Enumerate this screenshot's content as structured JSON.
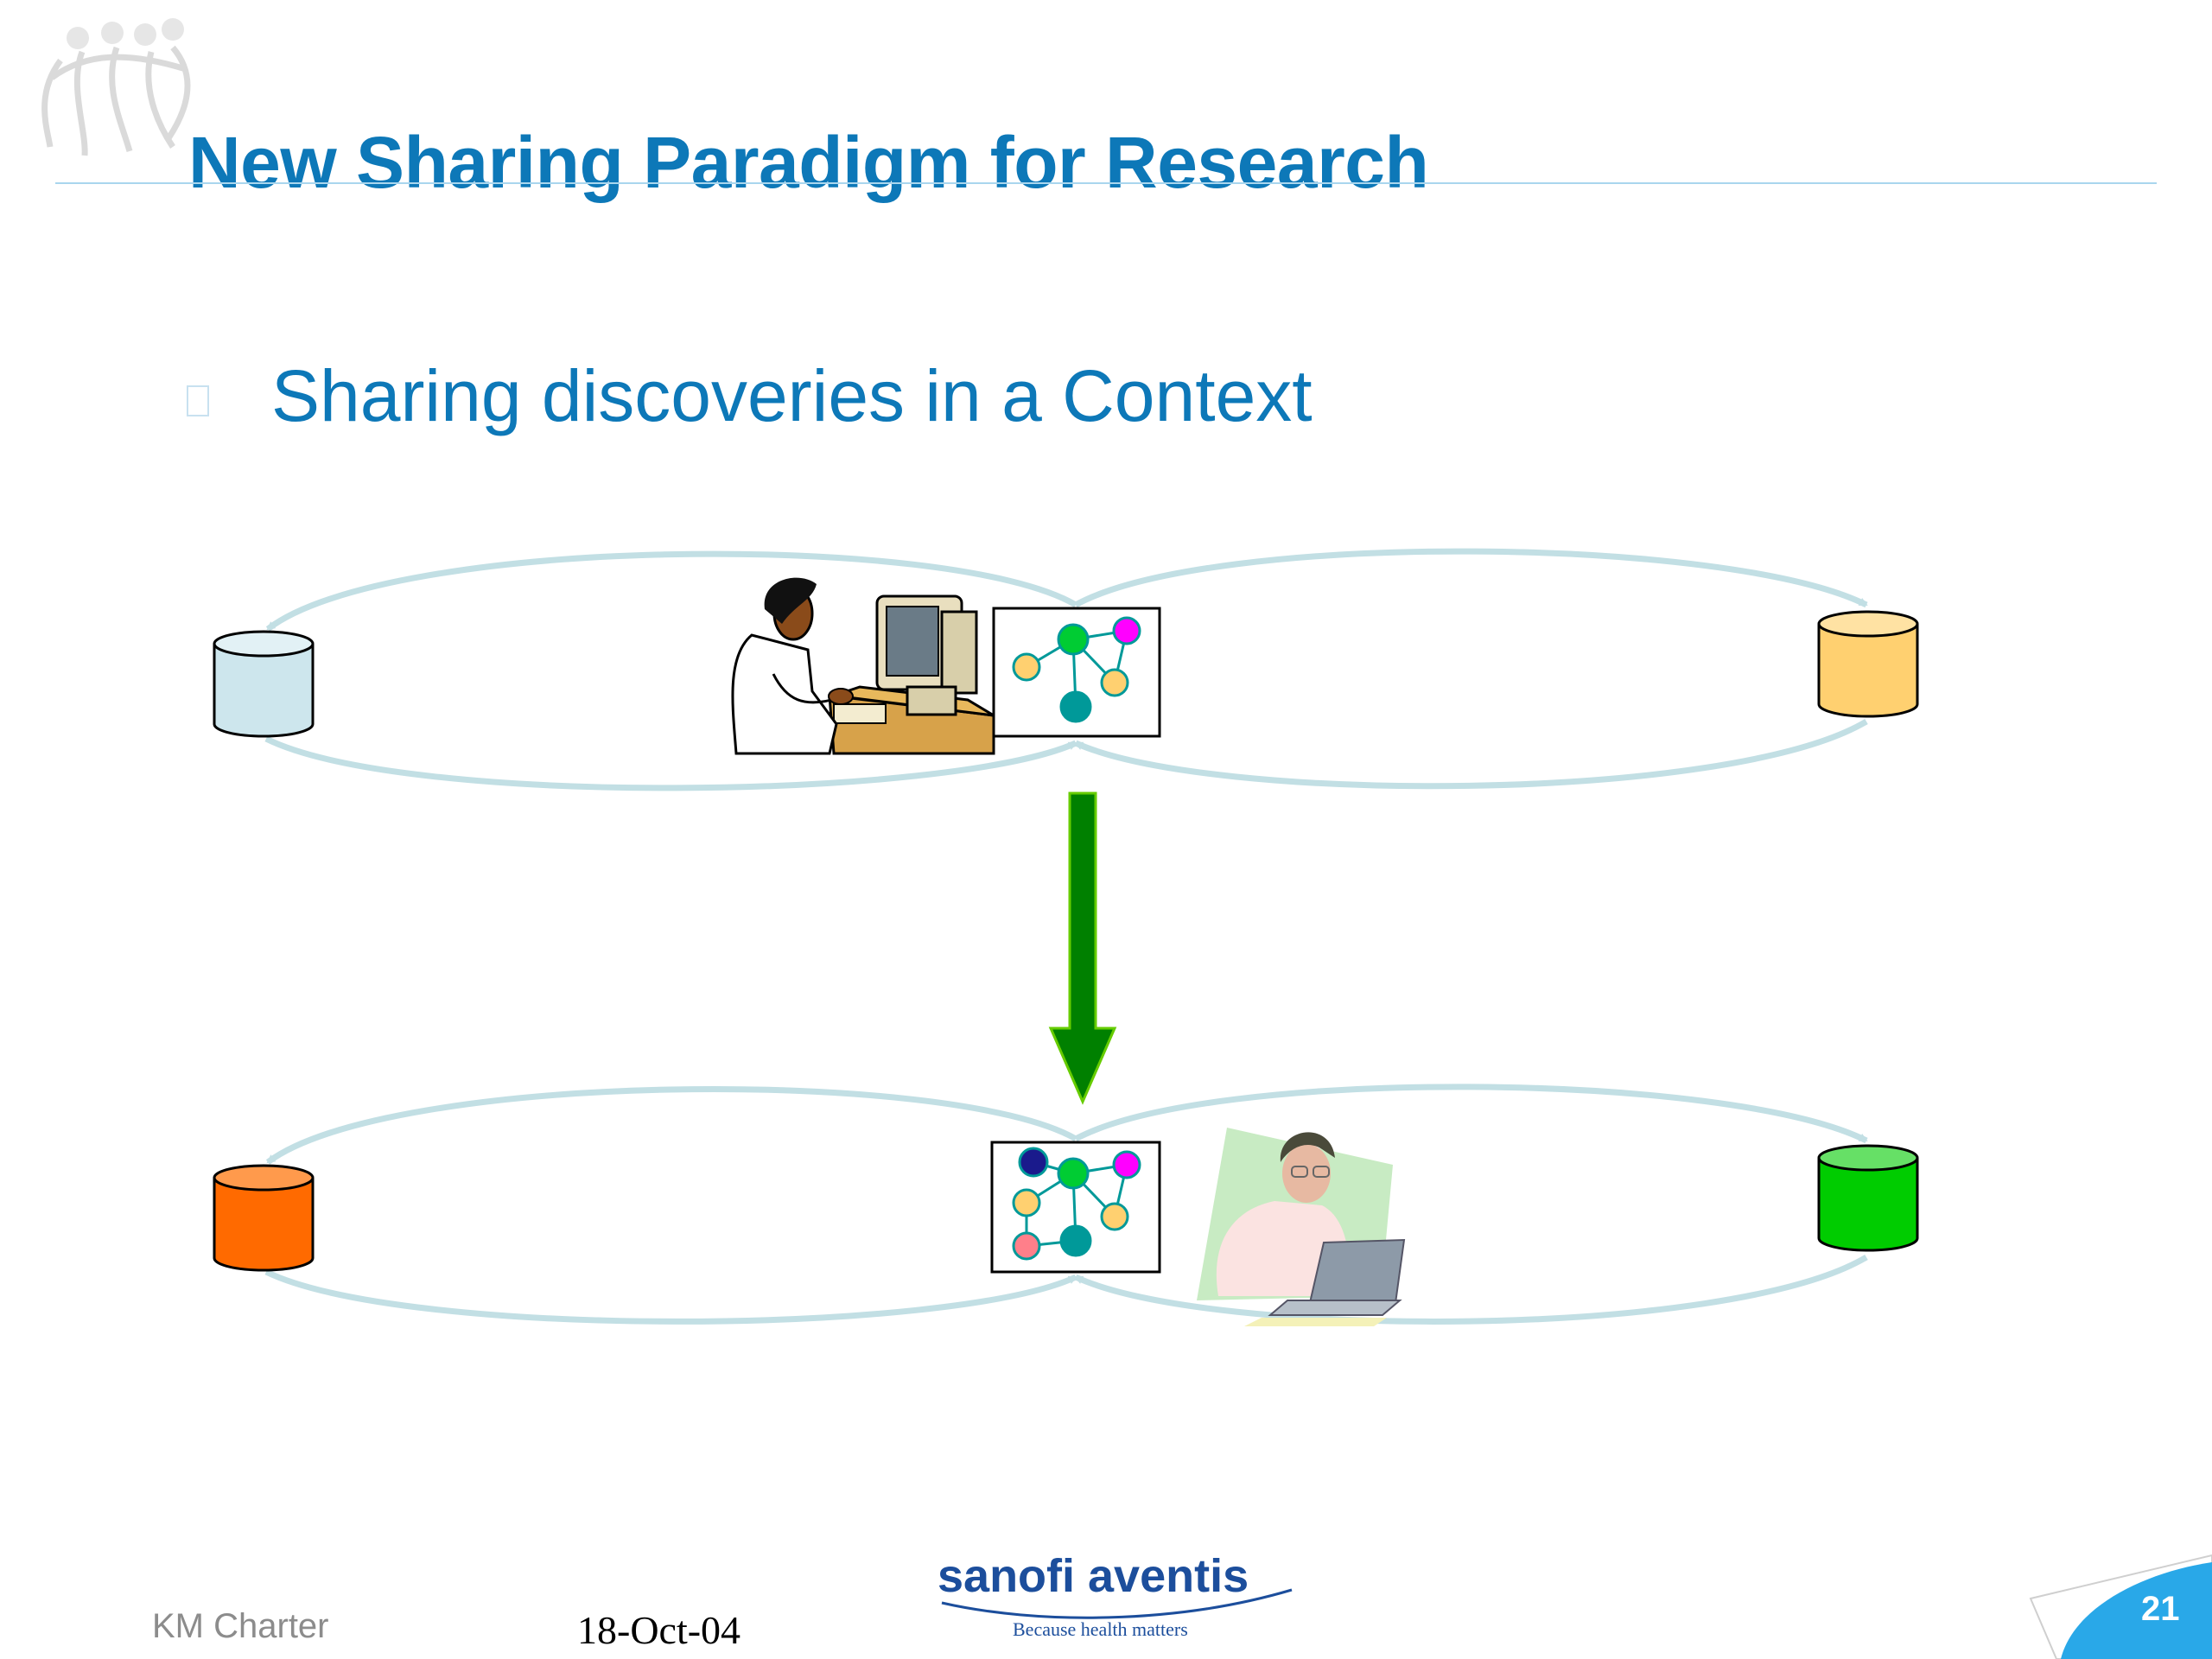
{
  "slide": {
    "title": "New Sharing Paradigm for Research",
    "bullet": "Sharing discoveries in a Context"
  },
  "footer": {
    "left_text": "KM Charter",
    "date": "18-Oct-04",
    "brand": "sanofi aventis",
    "tagline": "Because health matters",
    "page_number": "21"
  },
  "colors": {
    "title": "#0d78b8",
    "arc": "#c2dfe4",
    "arrow": "#008000",
    "db_top_left": "#cde6ed",
    "db_top_right": "#ffd070",
    "db_bottom_left": "#ff6a00",
    "db_bottom_right": "#00cc00"
  },
  "icons": {
    "logo": "people-logo-icon",
    "researcher_top": "scientist-at-computer-icon",
    "researcher_bottom": "man-with-laptop-icon",
    "network_top": "network-graph-icon",
    "network_bottom": "network-graph-icon",
    "database": "database-cylinder-icon"
  }
}
